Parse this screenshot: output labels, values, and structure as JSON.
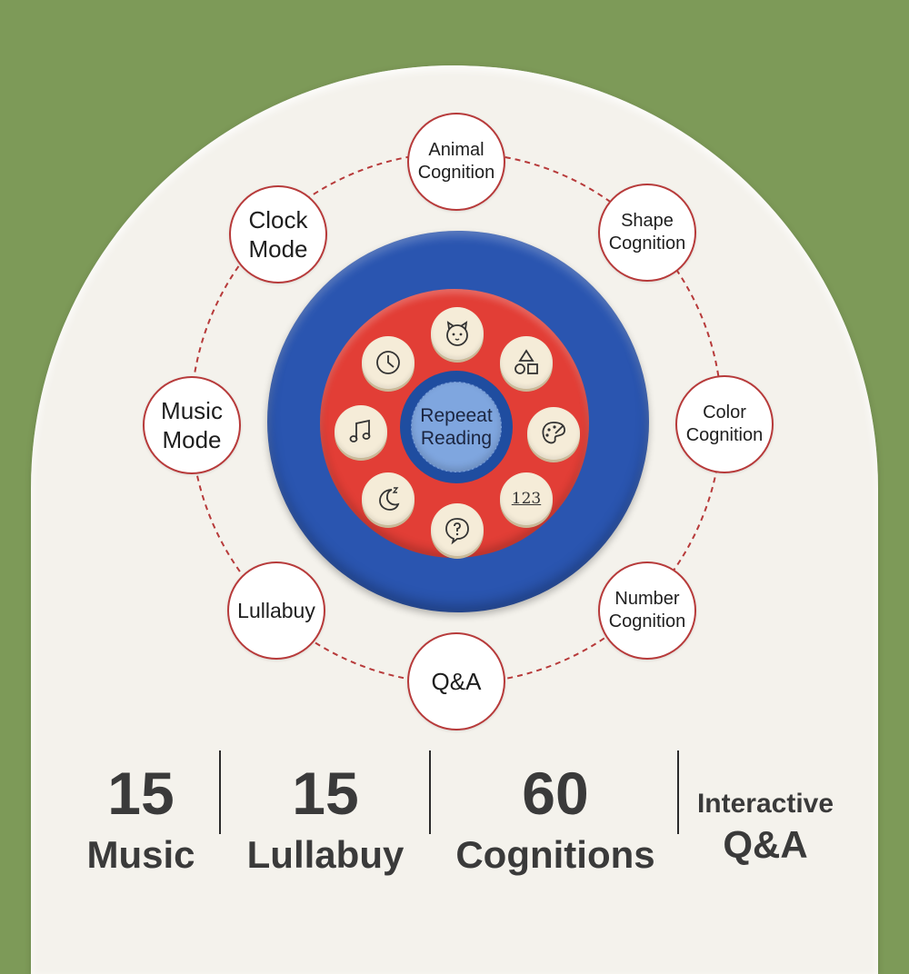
{
  "modes": {
    "animal": "Animal\nCognition",
    "shape": "Shape\nCognition",
    "color": "Color\nCognition",
    "number": "Number\nCognition",
    "qa": "Q&A",
    "lullabuy": "Lullabuy",
    "music": "Music\nMode",
    "clock": "Clock\nMode"
  },
  "center_button": "Repeeat\nReading",
  "keys": {
    "number_key": "123"
  },
  "stats": [
    {
      "number": "15",
      "label": "Music"
    },
    {
      "number": "15",
      "label": "Lullabuy"
    },
    {
      "number": "60",
      "label": "Cognitions"
    },
    {
      "label_top": "Interactive",
      "label_bottom": "Q&A"
    }
  ],
  "colors": {
    "background": "#7d9a58",
    "panel": "#f4f2ec",
    "device_blue": "#2a55b0",
    "device_red": "#e23e36",
    "dashed_ring": "#b73a3a"
  }
}
